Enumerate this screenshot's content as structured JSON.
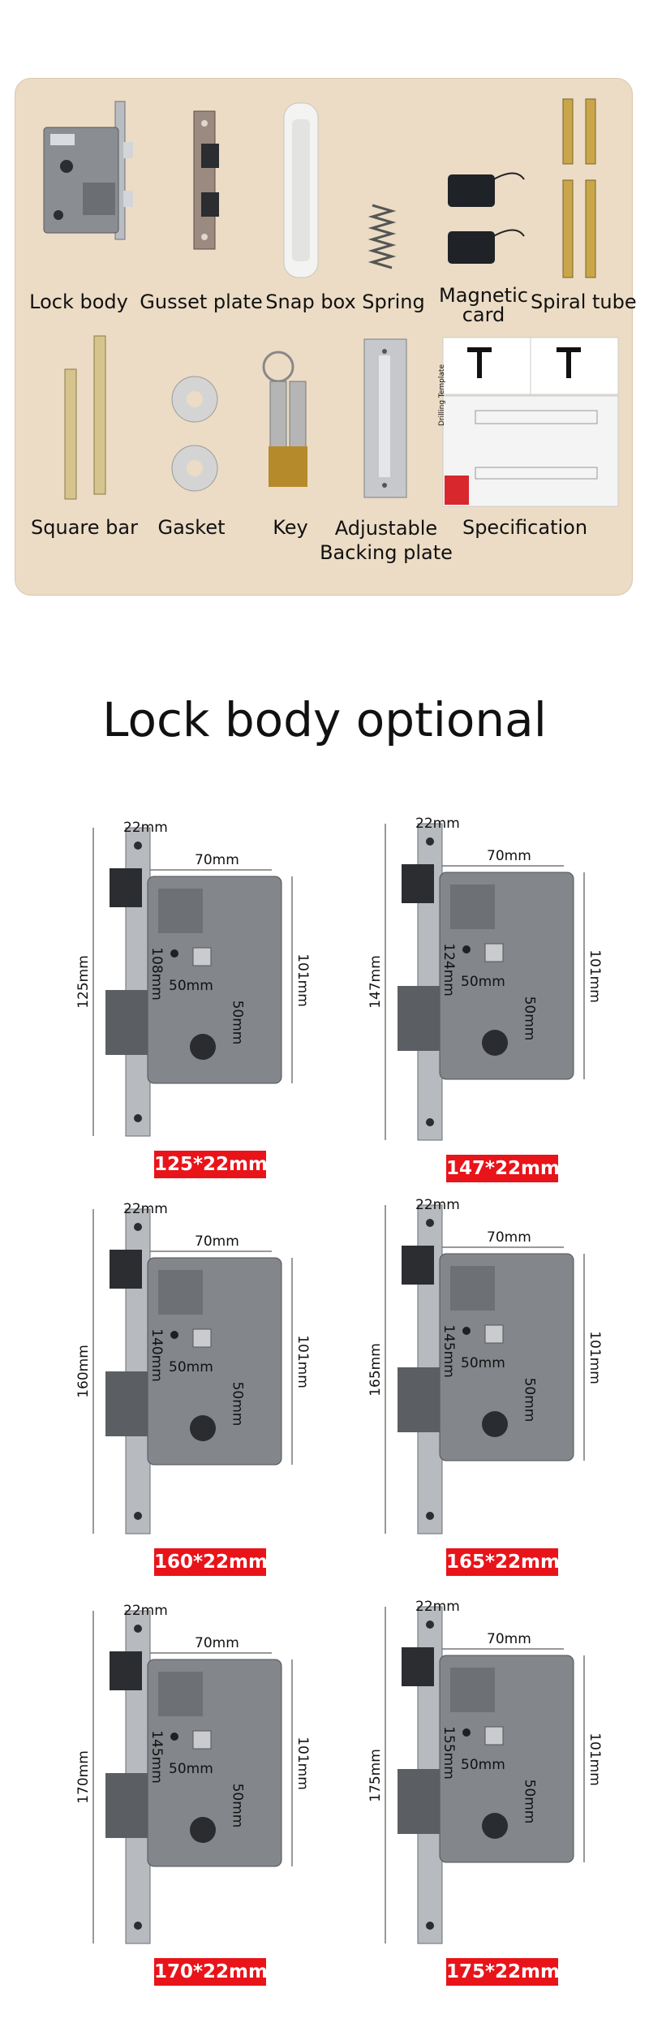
{
  "accessories": {
    "items": [
      {
        "id": "lock-body",
        "label": "Lock body"
      },
      {
        "id": "gusset-plate",
        "label": "Gusset plate"
      },
      {
        "id": "snap-box",
        "label": "Snap box"
      },
      {
        "id": "spring",
        "label": "Spring"
      },
      {
        "id": "magnetic-card",
        "label": "Magnetic card"
      },
      {
        "id": "spiral-tube",
        "label": "Spiral tube"
      },
      {
        "id": "square-bar",
        "label": "Square bar"
      },
      {
        "id": "gasket",
        "label": "Gasket"
      },
      {
        "id": "key",
        "label": "Key"
      },
      {
        "id": "adjustable-backing-plate",
        "label": "Adjustable Backing plate"
      },
      {
        "id": "specification",
        "label": "Specification"
      }
    ],
    "spec_sheet_text": "Drilling Template"
  },
  "section_title": "Lock body optional",
  "colors": {
    "panel": "#ecdcc5",
    "badge": "#e8141a",
    "steel": "#8a8d92",
    "dark": "#3a3c40"
  },
  "variants": [
    {
      "size": "125*22mm",
      "height": "125mm",
      "width": "22mm",
      "depth": "70mm",
      "inner": "101mm",
      "center": "50mm",
      "drop": "50mm",
      "side": "108mm"
    },
    {
      "size": "147*22mm",
      "height": "147mm",
      "width": "22mm",
      "depth": "70mm",
      "inner": "101mm",
      "center": "50mm",
      "drop": "50mm",
      "side": "124mm"
    },
    {
      "size": "160*22mm",
      "height": "160mm",
      "width": "22mm",
      "depth": "70mm",
      "inner": "101mm",
      "center": "50mm",
      "drop": "50mm",
      "side": "140mm"
    },
    {
      "size": "165*22mm",
      "height": "165mm",
      "width": "22mm",
      "depth": "70mm",
      "inner": "101mm",
      "center": "50mm",
      "drop": "50mm",
      "side": "145mm"
    },
    {
      "size": "170*22mm",
      "height": "170mm",
      "width": "22mm",
      "depth": "70mm",
      "inner": "101mm",
      "center": "50mm",
      "drop": "50mm",
      "side": "145mm"
    },
    {
      "size": "175*22mm",
      "height": "175mm",
      "width": "22mm",
      "depth": "70mm",
      "inner": "101mm",
      "center": "50mm",
      "drop": "50mm",
      "side": "155mm"
    }
  ]
}
